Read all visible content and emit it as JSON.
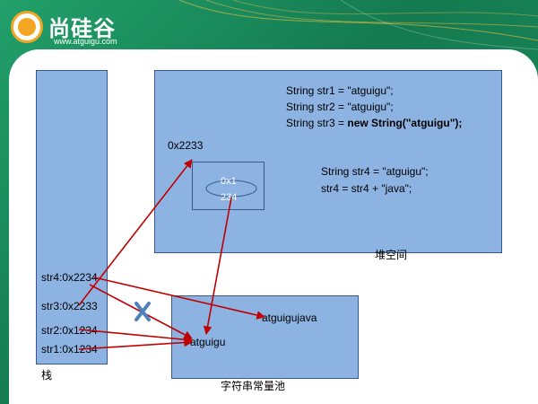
{
  "logo": {
    "name": "尚硅谷",
    "url": "www.atguigu.com"
  },
  "stack": {
    "caption": "栈",
    "entries": [
      "str4:0x2234",
      "str3:0x2233",
      "str2:0x1234",
      "str1:0x1234"
    ]
  },
  "heap": {
    "caption": "堆空间",
    "address_label": "0x2233",
    "inner_object": {
      "line1": "0x1",
      "line2": "234"
    },
    "code_block_1": [
      "String str1 = \"atguigu\";",
      "String str2 = \"atguigu\";",
      {
        "prefix": "String str3 = ",
        "bold": "new String(\"atguigu\");"
      }
    ],
    "code_block_2": [
      "String str4 = \"atguigu\";",
      "str4 = str4 + \"java\";"
    ]
  },
  "string_pool": {
    "caption": "字符串常量池",
    "items": [
      "atguigujava",
      "atguigu"
    ]
  },
  "colors": {
    "box_fill": "#8db3e2",
    "arrow": "#c00000",
    "cross_mark": "#4f81bd",
    "header_bg": "#1f8a5e"
  }
}
